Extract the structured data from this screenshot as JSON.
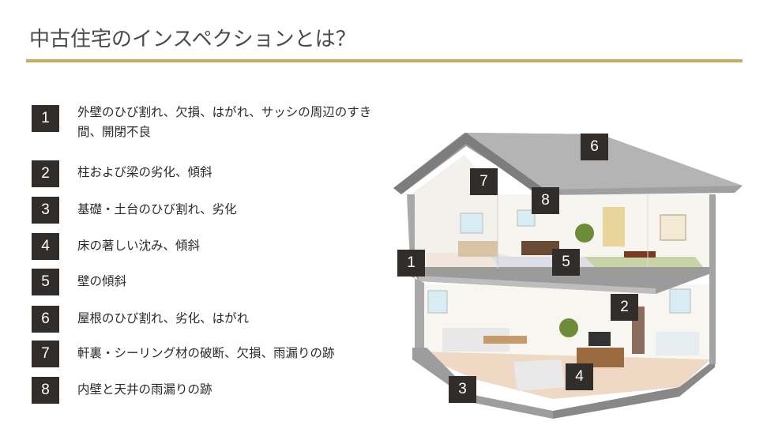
{
  "title": "中古住宅のインスペクションとは？",
  "items": [
    {
      "number": "1",
      "text": "外壁のひび割れ、欠損、はがれ、サッシの周辺のすき間、開閉不良"
    },
    {
      "number": "2",
      "text": "柱および梁の劣化、傾斜"
    },
    {
      "number": "3",
      "text": "基礎・土台のひび割れ、劣化"
    },
    {
      "number": "4",
      "text": "床の著しい沈み、傾斜"
    },
    {
      "number": "5",
      "text": "壁の傾斜"
    },
    {
      "number": "6",
      "text": "屋根のひび割れ、劣化、はがれ"
    },
    {
      "number": "7",
      "text": "軒裏・シーリング材の破断、欠損、雨漏りの跡"
    },
    {
      "number": "8",
      "text": "内壁と天井の雨漏りの跡"
    }
  ],
  "colors": {
    "accent": "#c8ad5f",
    "badge": "#302d2a"
  }
}
